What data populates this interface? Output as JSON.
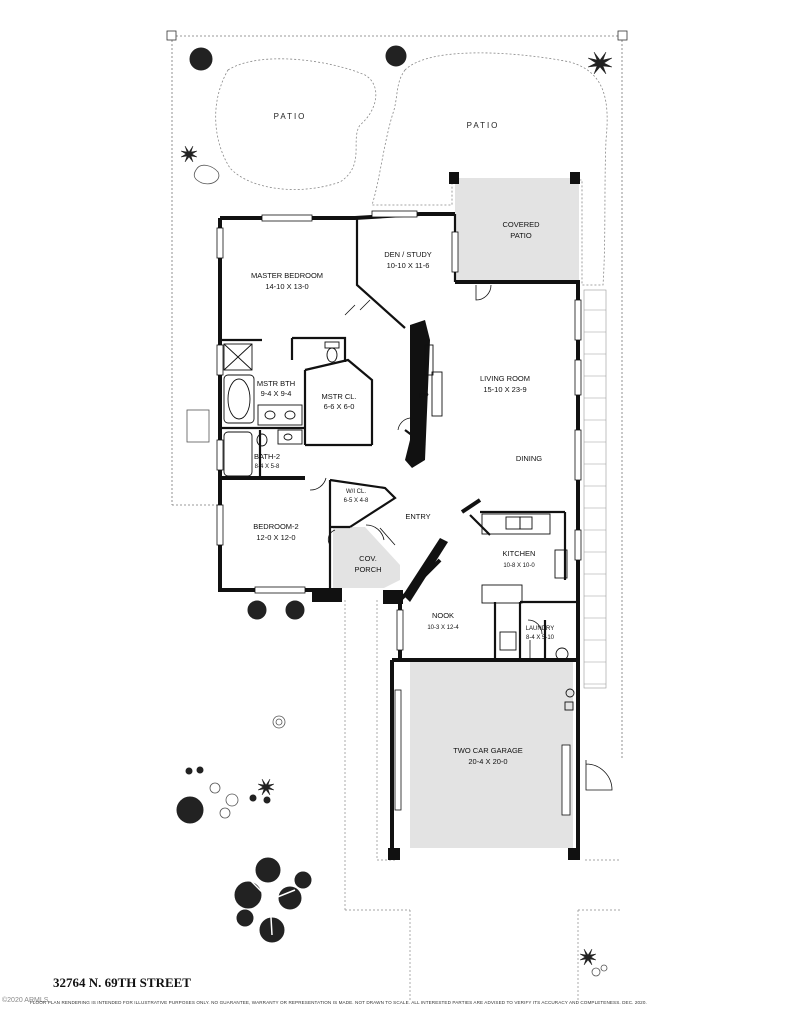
{
  "address": "32764 N. 69TH STREET",
  "copyright": "©2020 ARMLS",
  "disclaimer": "FLOOR PLAN RENDERING IS INTENDED FOR ILLUSTRATIVE PURPOSES ONLY. NO GUARANTEE, WARRANTY OR REPRESENTATION IS MADE. NOT DRAWN TO SCALE. ALL INTERESTED PARTIES ARE ADVISED TO VERIFY ITS ACCURACY AND COMPLETENESS. DEC. 2020.",
  "outdoor": {
    "patio_left": "PATIO",
    "patio_right": "PATIO",
    "covered_patio": [
      "COVERED",
      "PATIO"
    ]
  },
  "rooms": {
    "master_bedroom": {
      "name": "MASTER BEDROOM",
      "size": "14-10  X  13-0"
    },
    "den_study": {
      "name": "DEN / STUDY",
      "size": "10-10 X 11-6"
    },
    "mstr_bth": {
      "name": "MSTR BTH",
      "size": "9-4  X  9-4"
    },
    "mstr_cl": {
      "name": "MSTR CL.",
      "size": "6-6 X 6-0"
    },
    "bath_2": {
      "name": "BATH-2",
      "size": "8-4 X 5-8"
    },
    "bedroom_2": {
      "name": "BEDROOM-2",
      "size": "12-0  X  12-0"
    },
    "wi_cl": {
      "name": "W/I CL.",
      "size": "6-5 X 4-8"
    },
    "living_room": {
      "name": "LIVING ROOM",
      "size": "15-10  X  23-9"
    },
    "fireplace": "FP",
    "dining": "DINING",
    "entry": "ENTRY",
    "cov_porch": [
      "COV.",
      "PORCH"
    ],
    "kitchen": {
      "name": "KITCHEN",
      "size": "10-8 X 10-0"
    },
    "nook": {
      "name": "NOOK",
      "size": "10-3 X 12-4"
    },
    "laundry": {
      "name": "LAUNDRY",
      "size": "8-4 X 5-10"
    },
    "garage": {
      "name": "TWO CAR GARAGE",
      "size": "20-4  X  20-0"
    }
  },
  "colors": {
    "wall": "#111111",
    "covered_area": "#e3e3e3",
    "paving_line": "#8a8a8a",
    "plant": "#222222"
  }
}
